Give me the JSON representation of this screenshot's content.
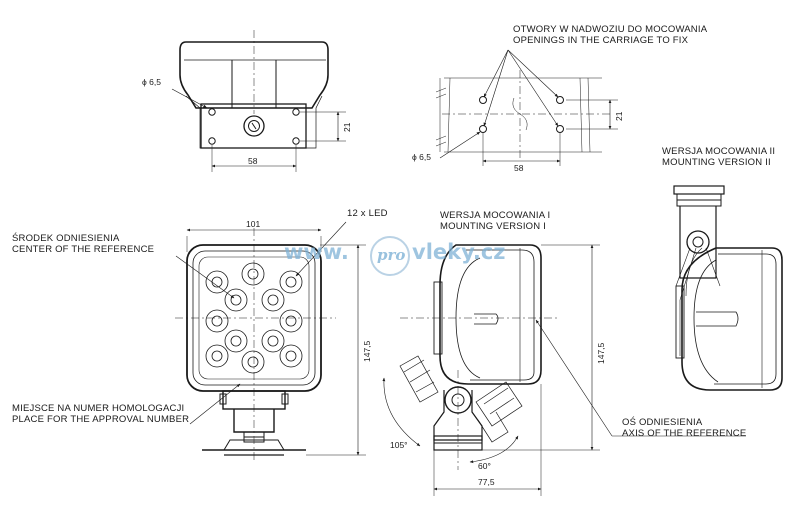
{
  "labels": {
    "openings_pl": "OTWORY W NADWOZIU DO MOCOWANIA",
    "openings_en": "OPENINGS IN THE CARRIAGE TO FIX",
    "mount2_pl": "WERSJA MOCOWANIA II",
    "mount2_en": "MOUNTING VERSION II",
    "mount1_pl": "WERSJA MOCOWANIA I",
    "mount1_en": "MOUNTING VERSION I",
    "center_pl": "ŚRODEK ODNIESIENIA",
    "center_en": "CENTER OF THE REFERENCE",
    "approval_pl": "MIEJSCE NA NUMER HOMOLOGACJI",
    "approval_en": "PLACE FOR THE APPROVAL NUMBER",
    "axis_pl": "OŚ ODNIESIENIA",
    "axis_en": "AXIS OF THE REFERENCE",
    "leds": "12 x LED"
  },
  "dimensions": {
    "hole_top": "ϕ 6,5",
    "h21_top": "21",
    "w58_top": "58",
    "hole_right": "ϕ 6,5",
    "h21_right": "21",
    "w58_right": "58",
    "w101": "101",
    "h147_left": "147,5",
    "h147_right": "147,5",
    "w77": "77,5",
    "a105": "105°",
    "a60": "60°"
  },
  "watermark": {
    "prefix": "www.",
    "badge": "pro",
    "domain": "vleky.cz"
  }
}
